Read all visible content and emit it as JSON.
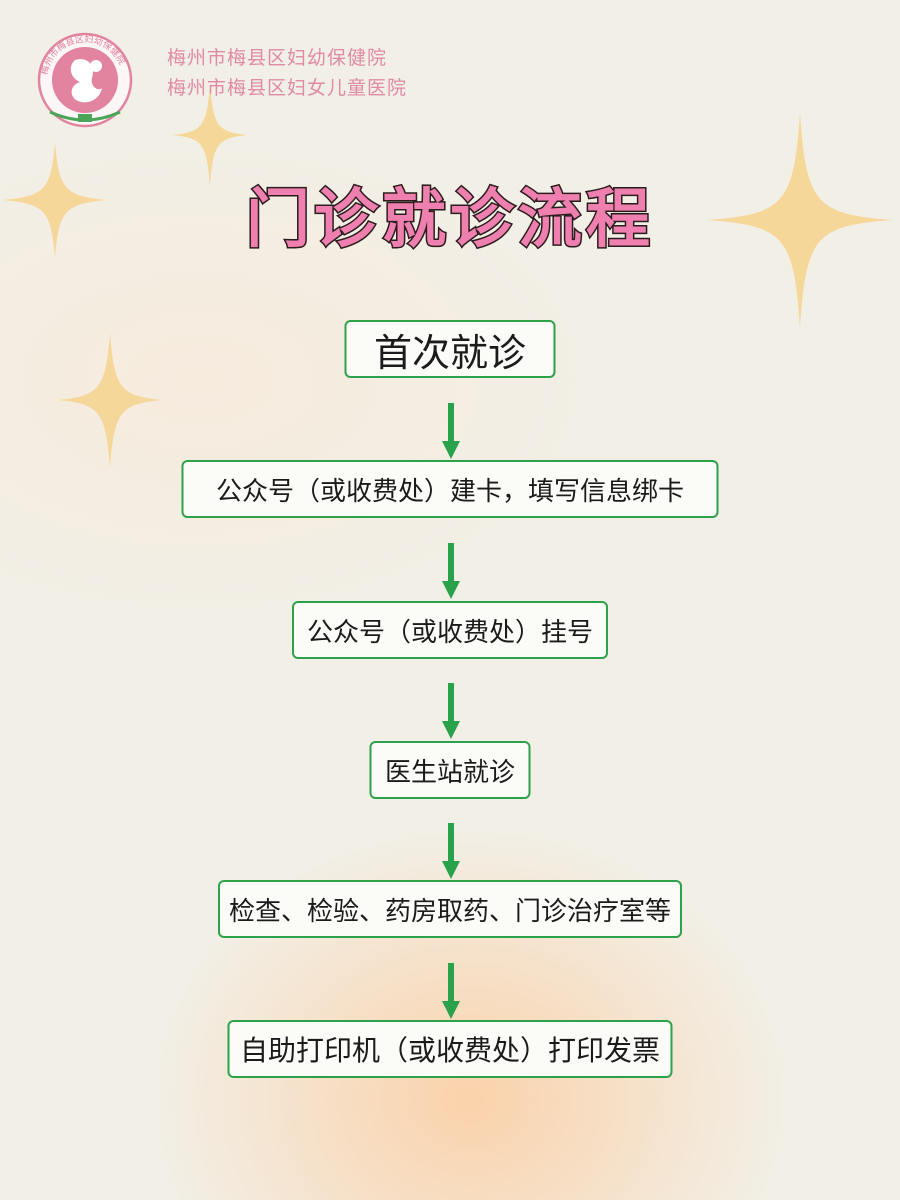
{
  "header": {
    "hospital_name_1": "梅州市梅县区妇幼保健院",
    "hospital_name_2": "梅州市梅县区妇女儿童医院",
    "logo": {
      "icon": "mother-child-logo",
      "ring_text": "梅州市梅县区妇幼保健院"
    }
  },
  "title": "门诊就诊流程",
  "flow": {
    "steps": [
      "首次就诊",
      "公众号（或收费处）建卡，填写信息绑卡",
      "公众号（或收费处）挂号",
      "医生站就诊",
      "检查、检验、药房取药、门诊治疗室等",
      "自助打印机（或收费处）打印发票"
    ],
    "arrow_icon": "down-arrow-icon"
  },
  "colors": {
    "title_fill": "#ee7fae",
    "title_stroke": "#2b1d1d",
    "hospital_name": "#e08aa5",
    "step_border": "#2ea24a",
    "arrow": "#2aa14b",
    "sparkle": "#f6d79a",
    "logo": "#e2839f"
  }
}
